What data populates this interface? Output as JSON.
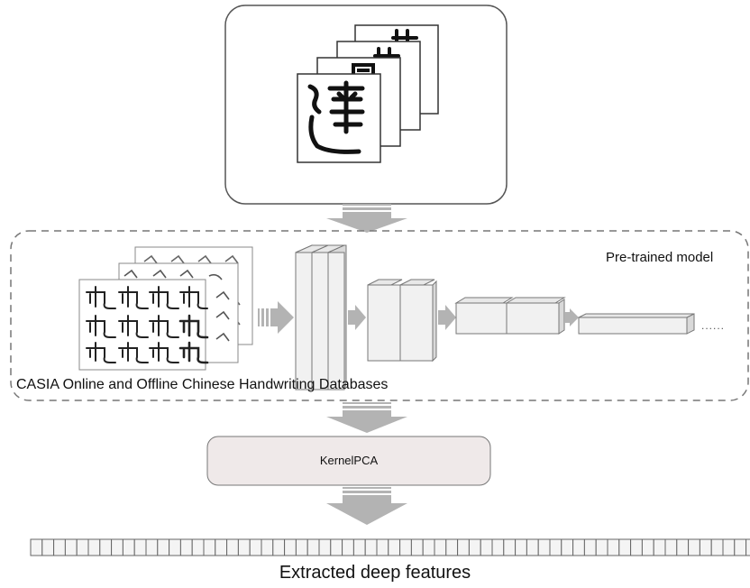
{
  "diagram": {
    "model_label": "Pre-trained model",
    "database_label": "CASIA Online and Offline Chinese Handwriting Databases",
    "reduction_label": "KernelPCA",
    "output_label": "Extracted deep features",
    "ellipsis": "......",
    "colors": {
      "box_stroke": "#555555",
      "dashed_stroke": "#777777",
      "arrow_fill": "#b3b3b3",
      "block_face": "#f1f1f1",
      "block_side": "#d9d9d9",
      "block_top": "#e8e8e8",
      "kpca_fill": "#efe9e9",
      "feature_cell": "#f4f4f4",
      "ink": "#1a1a1a"
    }
  }
}
